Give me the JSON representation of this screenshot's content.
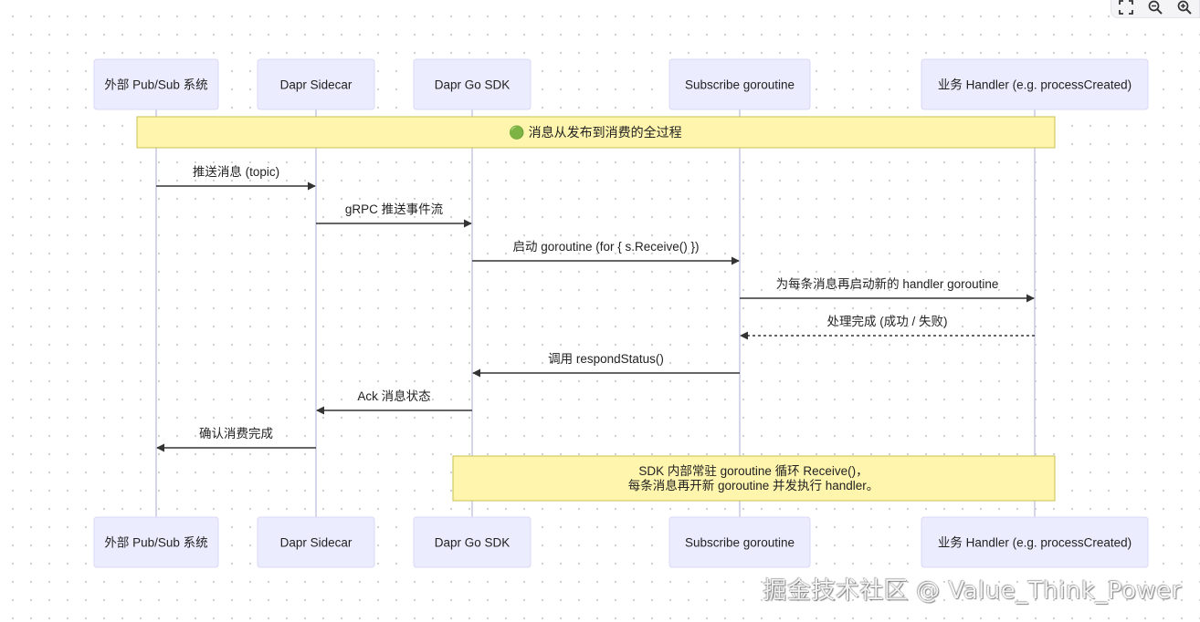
{
  "participants": [
    {
      "id": "p0",
      "label": "外部 Pub/Sub 系统"
    },
    {
      "id": "p1",
      "label": "Dapr Sidecar"
    },
    {
      "id": "p2",
      "label": "Dapr Go SDK"
    },
    {
      "id": "p3",
      "label": "Subscribe goroutine"
    },
    {
      "id": "p4",
      "label": "业务 Handler (e.g. processCreated)"
    }
  ],
  "rect_note": {
    "text": "🟢 消息从发布到消费的全过程"
  },
  "messages": [
    {
      "from": 0,
      "to": 1,
      "label": "推送消息 (topic)",
      "style": "solid"
    },
    {
      "from": 1,
      "to": 2,
      "label": "gRPC 推送事件流",
      "style": "solid"
    },
    {
      "from": 2,
      "to": 3,
      "label": "启动 goroutine (for { s.Receive() })",
      "style": "solid"
    },
    {
      "from": 3,
      "to": 4,
      "label": "为每条消息再启动新的 handler goroutine",
      "style": "solid"
    },
    {
      "from": 4,
      "to": 3,
      "label": "处理完成 (成功 / 失败)",
      "style": "dotted"
    },
    {
      "from": 3,
      "to": 2,
      "label": "调用 respondStatus()",
      "style": "solid"
    },
    {
      "from": 2,
      "to": 1,
      "label": "Ack 消息状态",
      "style": "solid"
    },
    {
      "from": 1,
      "to": 0,
      "label": "确认消费完成",
      "style": "solid"
    }
  ],
  "bottom_note": {
    "lines": [
      "SDK 内部常驻 goroutine 循环 Receive()，",
      "每条消息再开新 goroutine 并发执行 handler。"
    ]
  },
  "toolbar": {
    "fullscreen_icon": "fullscreen-icon",
    "zoom_out_icon": "zoom-out-icon",
    "zoom_in_icon": "zoom-in-icon"
  },
  "watermark": "掘金技术社区 @ Value_Think_Power",
  "colors": {
    "actor_fill": "#ECECFF",
    "actor_stroke": "#D8D8F4",
    "lifeline": "#C8C8E4",
    "note_fill": "#FFF5AD",
    "note_stroke": "#C8C050",
    "arrow": "#333333",
    "text": "#222222"
  }
}
